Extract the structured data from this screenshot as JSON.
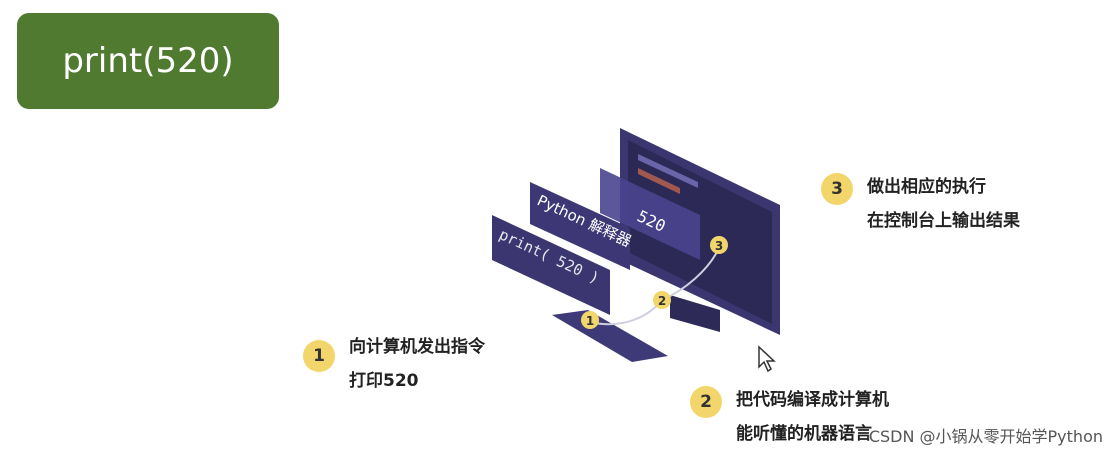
{
  "title_badge": {
    "text": "print(520)"
  },
  "illustration": {
    "code_panel_text": "print( 520 )",
    "interpreter_panel_text": "Python 解释器",
    "screen_value": "520",
    "markers": [
      "1",
      "2",
      "3"
    ]
  },
  "steps": [
    {
      "number": "1",
      "line1": "向计算机发出指令",
      "line2": "打印520"
    },
    {
      "number": "2",
      "line1": "把代码编译成计算机",
      "line2": "能听懂的机器语言"
    },
    {
      "number": "3",
      "line1": "做出相应的执行",
      "line2": "在控制台上输出结果"
    }
  ],
  "watermark": "CSDN @小锅从零开始学Python",
  "colors": {
    "badge": "#4f7a30",
    "number_circle": "#f3d66b",
    "panel_dark": "#3b3670",
    "screen": "#2c2956",
    "accent_text": "#f08a7a"
  },
  "icons": {
    "cursor": "mouse-pointer-icon"
  }
}
